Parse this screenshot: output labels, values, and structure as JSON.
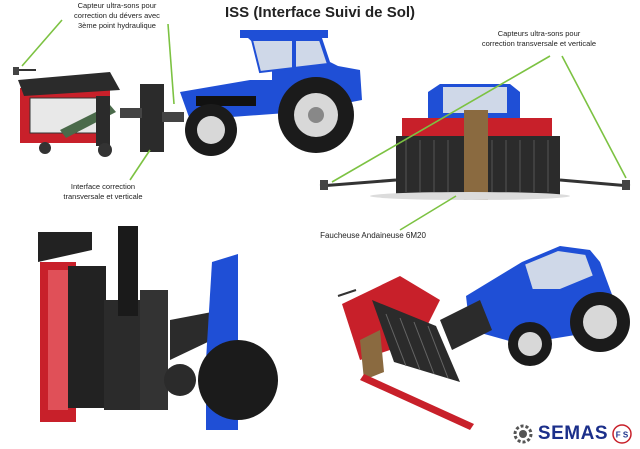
{
  "title": "ISS (Interface Suivi de Sol)",
  "annotations": {
    "top_left": [
      "Capteur ultra-sons pour",
      "correction du dévers avec",
      "3ème point hydraulique"
    ],
    "top_right": [
      "Capteurs ultra-sons pour",
      "correction transversale et verticale"
    ],
    "bottom_left": [
      "Interface correction",
      "transversale et verticale"
    ],
    "mower": "Faucheuse Andaineuse 6M20"
  },
  "logo": {
    "text": "SEMAS",
    "badge_text": "F S"
  },
  "colors": {
    "tractor_blue": "#1f4fd6",
    "implement_red": "#c8202a",
    "frame_dark": "#2b2b2b",
    "arrow_green": "#7cc242"
  }
}
